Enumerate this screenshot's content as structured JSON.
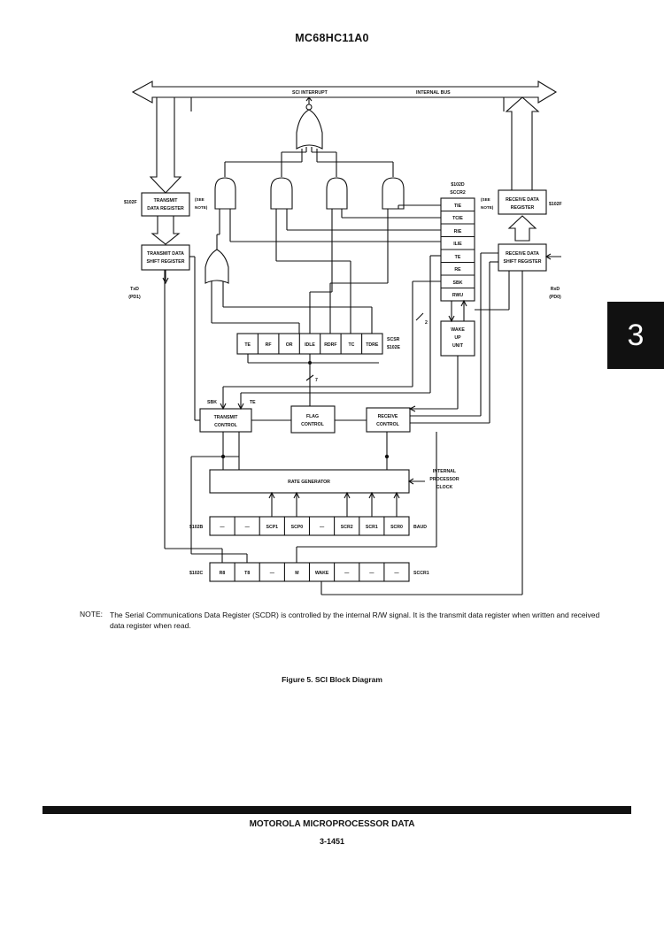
{
  "header": {
    "title": "MC68HC11A0"
  },
  "section_tab": "3",
  "diagram": {
    "bus_labels": {
      "sci_interrupt": "SCI INTERRUPT",
      "internal_bus": "INTERNAL BUS"
    },
    "transmit_data_register": {
      "line1": "TRANSMIT",
      "line2": "DATA REGISTER",
      "address": "$102F"
    },
    "receive_data_register": {
      "line1": "RECEIVE DATA",
      "line2": "REGISTER",
      "address": "$102F"
    },
    "see_note_left": {
      "line1": "(SEE",
      "line2": "NOTE)"
    },
    "see_note_right": {
      "line1": "(SEE",
      "line2": "NOTE)"
    },
    "transmit_shift_register": {
      "line1": "TRANSMIT DATA",
      "line2": "SHIFT REGISTER"
    },
    "receive_shift_register": {
      "line1": "RECEIVE DATA",
      "line2": "SHIFT REGISTER"
    },
    "txd": {
      "line1": "TxD",
      "line2": "(PD1)"
    },
    "rxd": {
      "line1": "RxD",
      "line2": "(PD0)"
    },
    "sccr2": {
      "line1": "$102D",
      "line2": "SCCR2",
      "bits": [
        "TIE",
        "TCIE",
        "RIE",
        "ILIE",
        "TE",
        "RE",
        "SBK",
        "RWU"
      ]
    },
    "scsr": {
      "name": "SCSR",
      "address": "$102E",
      "bits": [
        "TE",
        "RF",
        "OR",
        "IDLE",
        "RDRF",
        "TC",
        "TDRE"
      ]
    },
    "wakeup": {
      "line1": "WAKE",
      "line2": "UP",
      "line3": "UNIT"
    },
    "bus_width_2": "2",
    "bus_width_7": "7",
    "sbk_label": "SBK",
    "te_label": "TE",
    "transmit_control": {
      "line1": "TRANSMIT",
      "line2": "CONTROL"
    },
    "flag_control": {
      "line1": "FLAG",
      "line2": "CONTROL"
    },
    "receive_control": {
      "line1": "RECEIVE",
      "line2": "CONTROL"
    },
    "rate_generator": "RATE GENERATOR",
    "internal_clock": {
      "line1": "INTERNAL",
      "line2": "PROCESSOR",
      "line3": "CLOCK"
    },
    "baud": {
      "address": "$102B",
      "name": "BAUD",
      "bits": [
        "—",
        "—",
        "SCP1",
        "SCP0",
        "—",
        "SCR2",
        "SCR1",
        "SCR0"
      ]
    },
    "sccr1": {
      "address": "$102C",
      "name": "SCCR1",
      "bits": [
        "R8",
        "T8",
        "—",
        "M",
        "WAKE",
        "—",
        "—",
        "—"
      ]
    }
  },
  "note": {
    "label": "NOTE:",
    "text": "The Serial Communications Data Register (SCDR) is controlled by the internal R/W signal. It is the transmit data register when written and received data register when read."
  },
  "figure_caption": "Figure 5. SCI Block Diagram",
  "footer": {
    "title": "MOTOROLA MICROPROCESSOR DATA",
    "page_number": "3-1451"
  }
}
